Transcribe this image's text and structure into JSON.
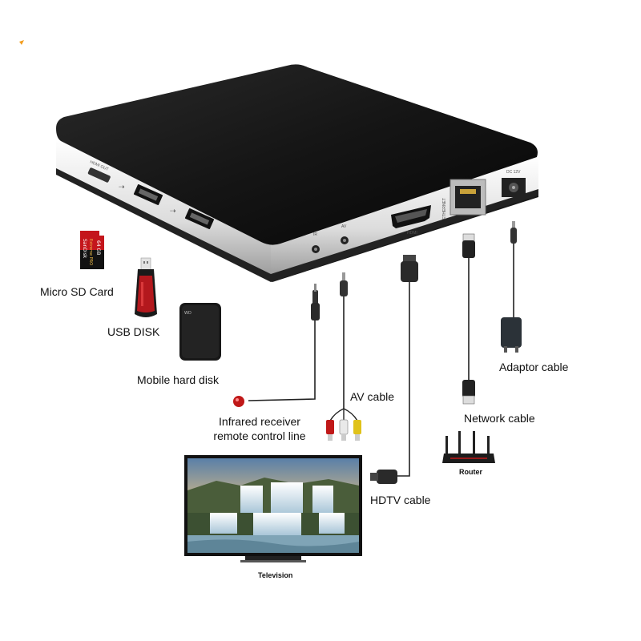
{
  "device_ports": {
    "hdmi_out": "HDMI OUT",
    "hdmi": "HDMI",
    "ethernet": "ETHERNET",
    "dc": "DC 12V",
    "ir": "IR",
    "av": "AV"
  },
  "sd_card_text": {
    "brand": "SanDisk",
    "line": "Extreme PRO",
    "capacity": "64 GB"
  },
  "hdd_brand": "WD",
  "labels": {
    "micro_sd_card": "Micro SD Card",
    "usb_disk": "USB DISK",
    "mobile_hard_disk": "Mobile hard disk",
    "infrared_line1": "Infrared receiver",
    "infrared_line2": "remote control line",
    "av_cable": "AV cable",
    "hdtv_cable": "HDTV cable",
    "network_cable": "Network cable",
    "adaptor_cable": "Adaptor cable",
    "router": "Router",
    "television": "Television"
  },
  "colors": {
    "box_top": "#111111",
    "box_band": "#e6e6e6",
    "accent_orange": "#f29d1f",
    "ir_red": "#c01818",
    "av_yellow": "#e0c21a"
  }
}
